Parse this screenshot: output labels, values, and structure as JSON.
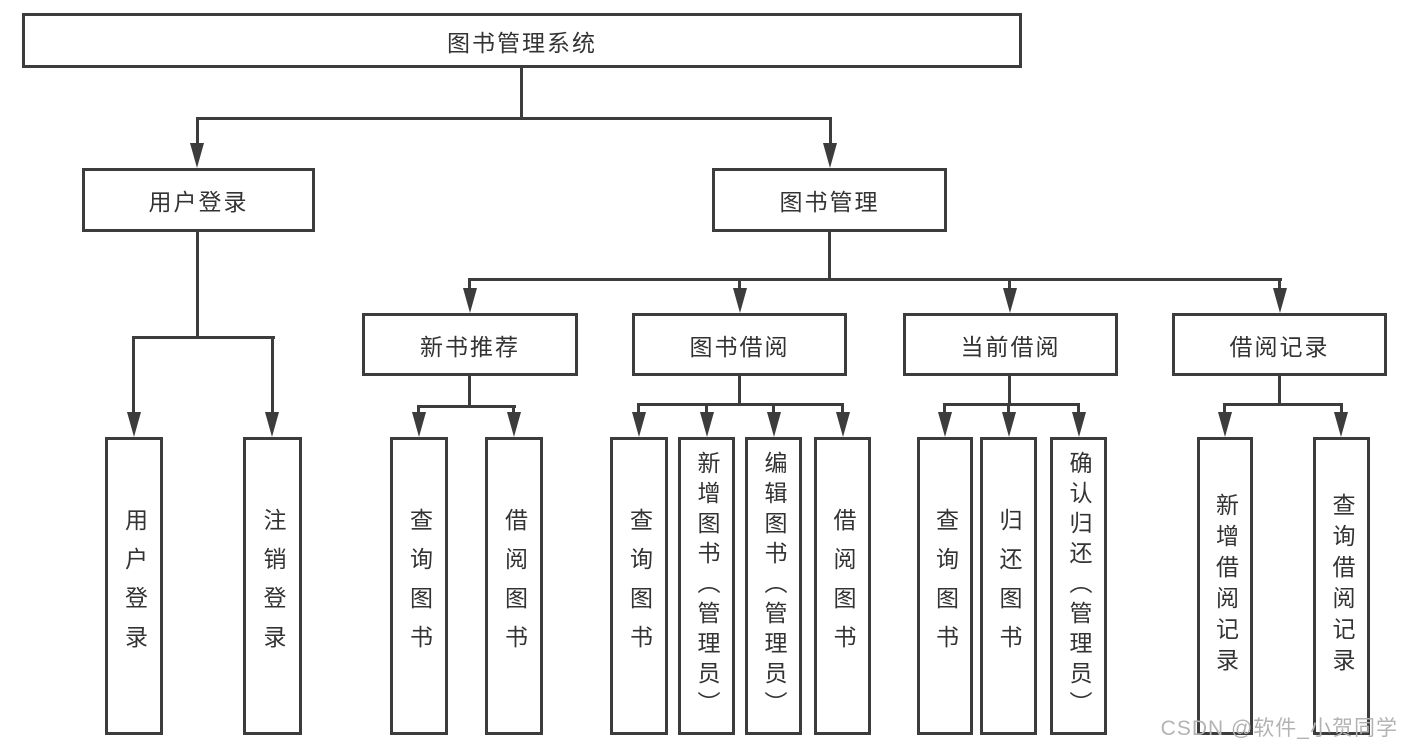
{
  "diagram": {
    "root": {
      "label": "图书管理系统"
    },
    "branches": [
      {
        "label": "用户登录",
        "children": [
          {
            "label": "用户登录"
          },
          {
            "label": "注销登录"
          }
        ]
      },
      {
        "label": "图书管理",
        "children": [
          {
            "label": "新书推荐",
            "children": [
              {
                "label": "查询图书"
              },
              {
                "label": "借阅图书"
              }
            ]
          },
          {
            "label": "图书借阅",
            "children": [
              {
                "label": "查询图书"
              },
              {
                "label": "新增图书（管理员）"
              },
              {
                "label": "编辑图书（管理员）"
              },
              {
                "label": "借阅图书"
              }
            ]
          },
          {
            "label": "当前借阅",
            "children": [
              {
                "label": "查询图书"
              },
              {
                "label": "归还图书"
              },
              {
                "label": "确认归还（管理员）"
              }
            ]
          },
          {
            "label": "借阅记录",
            "children": [
              {
                "label": "新增借阅记录"
              },
              {
                "label": "查询借阅记录"
              }
            ]
          }
        ]
      }
    ]
  },
  "watermark": {
    "text": "CSDN @软件_小贺同学",
    "color": "#b3b3b3"
  },
  "colors": {
    "line": "#3c3c3c",
    "text": "#333333",
    "background": "#ffffff"
  }
}
